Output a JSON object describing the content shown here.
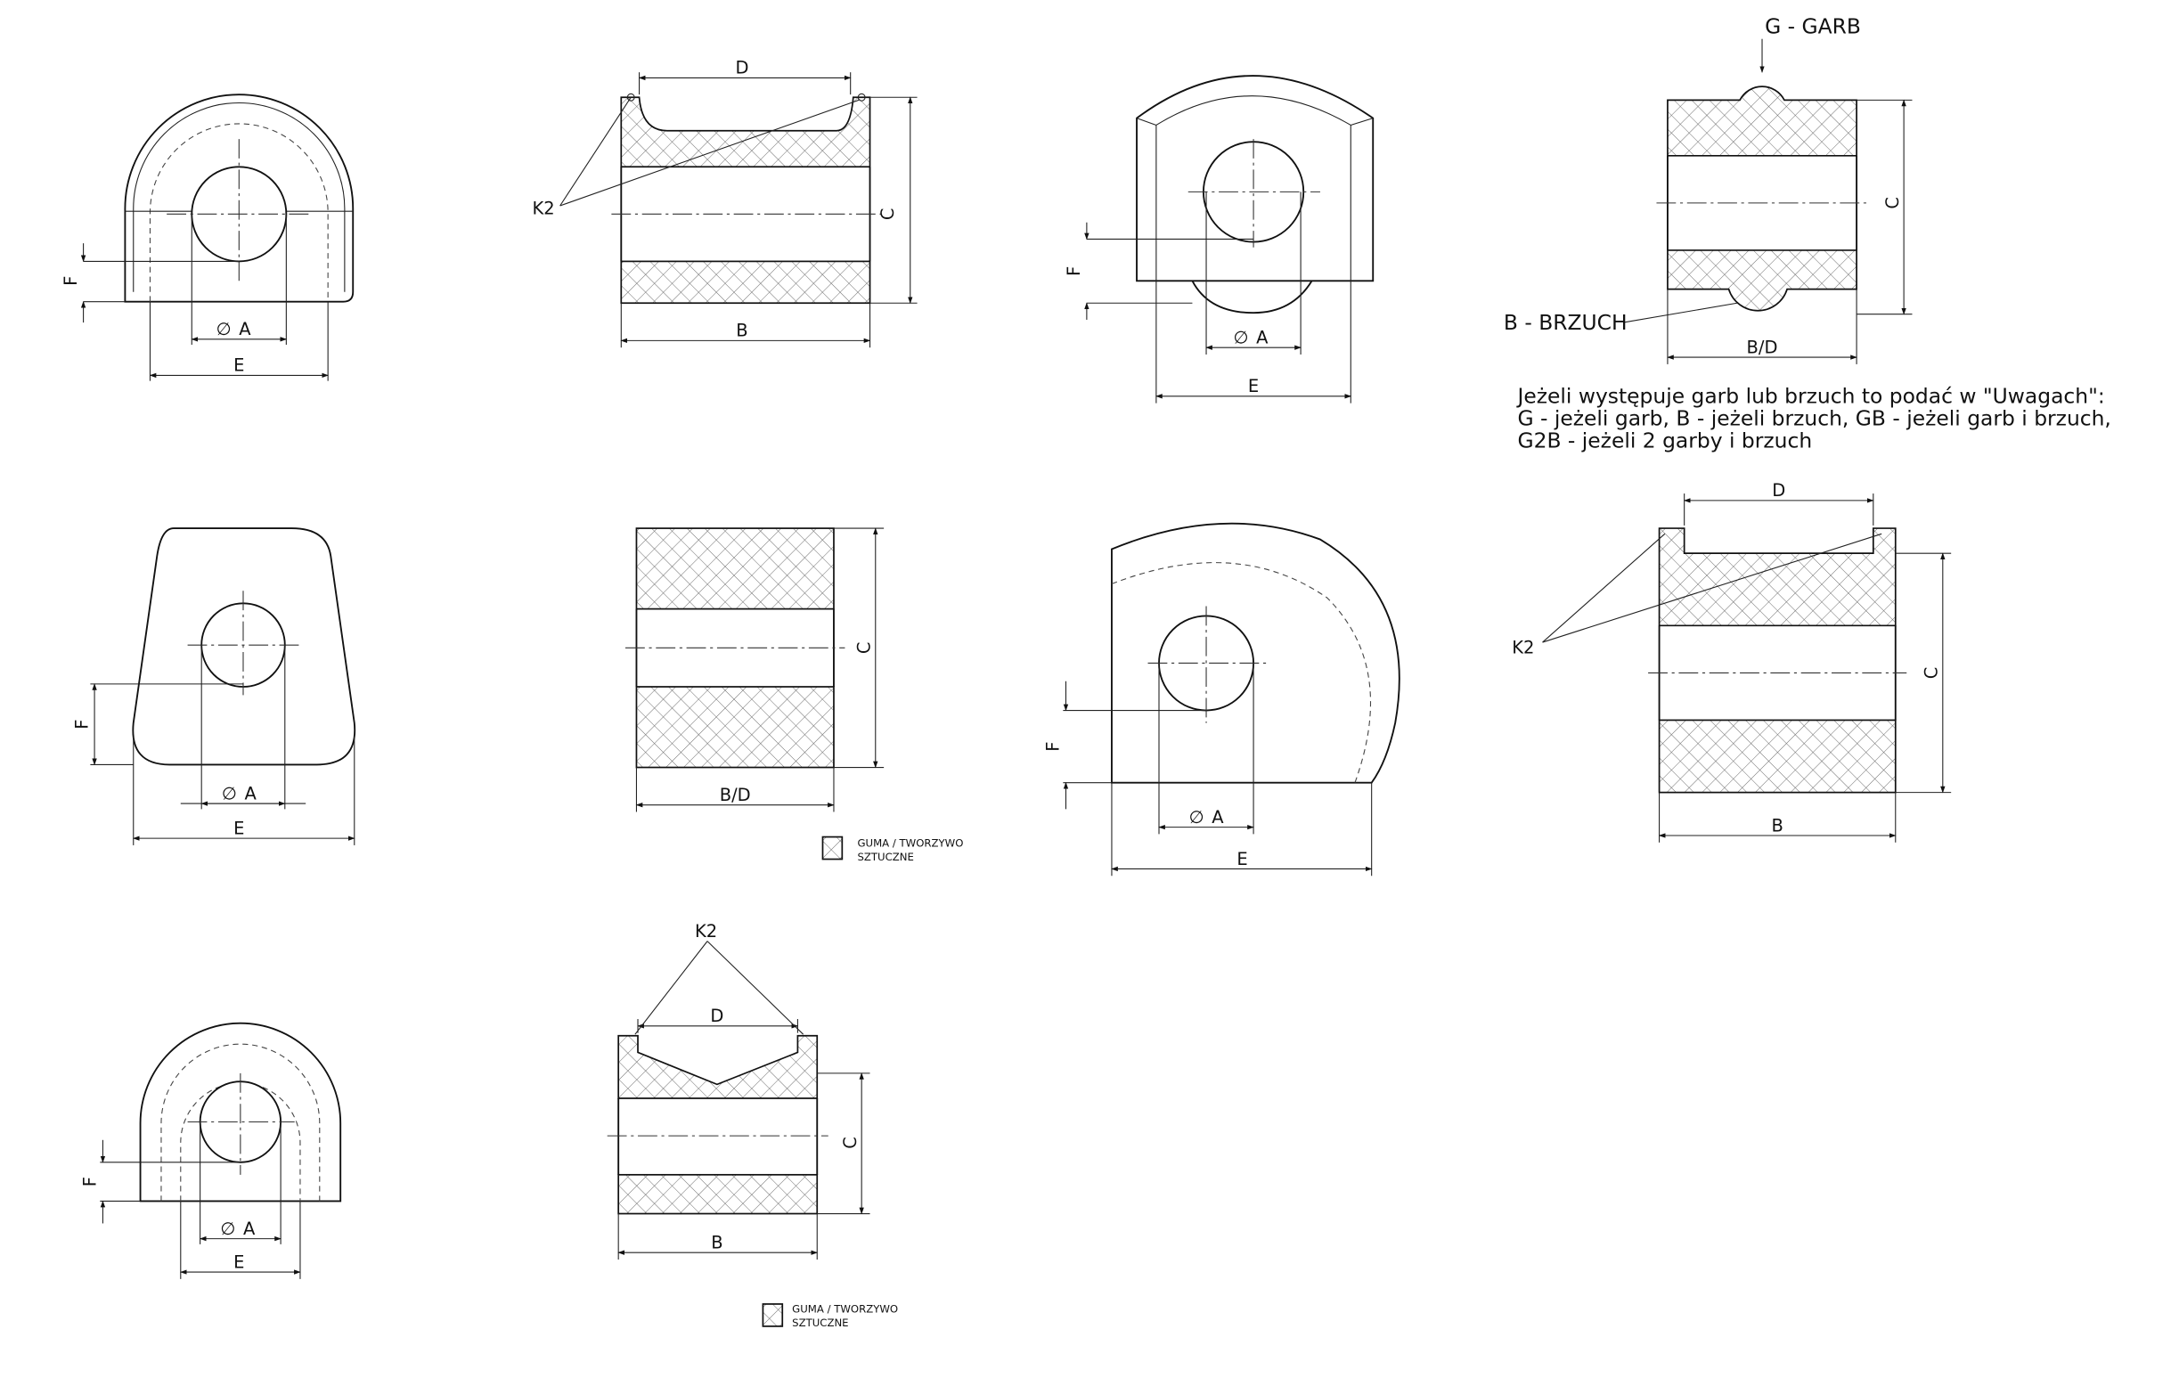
{
  "labels": {
    "dia_a": "A",
    "e": "E",
    "f": "F",
    "b": "B",
    "c": "C",
    "d": "D",
    "bd": "B/D",
    "k2": "K2",
    "garb": "G - GARB",
    "brzuch": "B - BRZUCH"
  },
  "note": {
    "line1": "Jeżeli występuje garb lub brzuch to podać w \"Uwagach\":",
    "line2": "G - jeżeli garb, B - jeżeli brzuch, GB - jeżeli garb i brzuch,",
    "line3": "G2B - jeżeli 2 garby i brzuch"
  },
  "legend": {
    "line1": "GUMA / TWORZYWO",
    "line2": "SZTUCZNE"
  },
  "icons": {
    "diameter_symbol": "diameter-icon",
    "hatch_swatch": "crosshatch-swatch-icon"
  }
}
